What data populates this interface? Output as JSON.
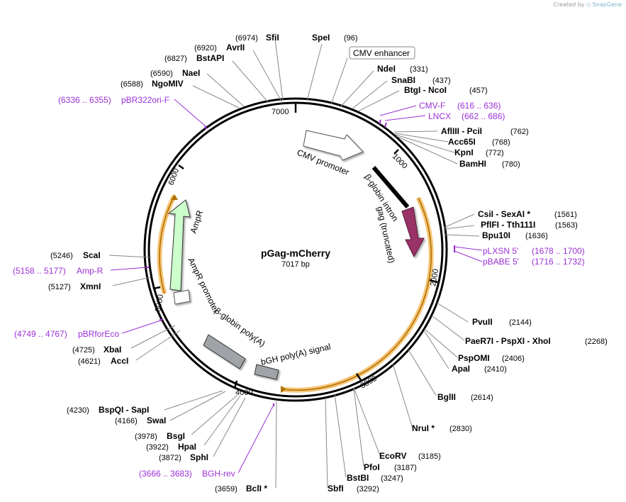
{
  "credit": {
    "prefix": "Created by",
    "brand": "SnapGene"
  },
  "plasmid": {
    "name": "pGag-mCherry",
    "length_label": "7017 bp",
    "length": 7017
  },
  "ticks": [
    "1000",
    "2000",
    "3000",
    "4000",
    "5000",
    "6000",
    "7000"
  ],
  "enzymes": [
    {
      "name": "SfiI",
      "pos": "(6974)"
    },
    {
      "name": "AvrII",
      "pos": "(6920)"
    },
    {
      "name": "BstAPI",
      "pos": "(6827)"
    },
    {
      "name": "NaeI",
      "pos": "(6590)"
    },
    {
      "name": "NgoMIV",
      "pos": "(6588)"
    },
    {
      "name": "SpeI",
      "pos": "(96)"
    },
    {
      "name": "NdeI",
      "pos": "(331)"
    },
    {
      "name": "SnaBI",
      "pos": "(437)"
    },
    {
      "name": "BtgI - NcoI",
      "pos": "(457)"
    },
    {
      "name": "AflIII - PciI",
      "pos": "(762)"
    },
    {
      "name": "Acc65I",
      "pos": "(768)"
    },
    {
      "name": "KpnI",
      "pos": "(772)"
    },
    {
      "name": "BamHI",
      "pos": "(780)"
    },
    {
      "name": "CsiI - SexAI *",
      "pos": "(1561)"
    },
    {
      "name": "PflFI - Tth111I",
      "pos": "(1563)"
    },
    {
      "name": "Bpu10I",
      "pos": "(1636)"
    },
    {
      "name": "PvuII",
      "pos": "(2144)"
    },
    {
      "name": "PaeR7I - PspXI - XhoI",
      "pos": "(2268)"
    },
    {
      "name": "PspOMI",
      "pos": "(2406)"
    },
    {
      "name": "ApaI",
      "pos": "(2410)"
    },
    {
      "name": "BglII",
      "pos": "(2614)"
    },
    {
      "name": "NruI *",
      "pos": "(2830)"
    },
    {
      "name": "EcoRV",
      "pos": "(3185)"
    },
    {
      "name": "PfoI",
      "pos": "(3187)"
    },
    {
      "name": "BstBI",
      "pos": "(3247)"
    },
    {
      "name": "SbfI",
      "pos": "(3292)"
    },
    {
      "name": "BclI *",
      "pos": "(3659)"
    },
    {
      "name": "SphI",
      "pos": "(3872)"
    },
    {
      "name": "HpaI",
      "pos": "(3922)"
    },
    {
      "name": "BsgI",
      "pos": "(3978)"
    },
    {
      "name": "SwaI",
      "pos": "(4166)"
    },
    {
      "name": "BspQI - SapI",
      "pos": "(4230)"
    },
    {
      "name": "AccI",
      "pos": "(4621)"
    },
    {
      "name": "XbaI",
      "pos": "(4725)"
    },
    {
      "name": "XmnI",
      "pos": "(5127)"
    },
    {
      "name": "ScaI",
      "pos": "(5246)"
    }
  ],
  "primers": [
    {
      "name": "pBR322ori-F",
      "range": "(6336 .. 6355)"
    },
    {
      "name": "CMV-F",
      "range": "(616 .. 636)"
    },
    {
      "name": "LNCX",
      "range": "(662 .. 686)"
    },
    {
      "name": "pLXSN 5'",
      "range": "(1678 .. 1700)"
    },
    {
      "name": "pBABE 5'",
      "range": "(1716 .. 1732)"
    },
    {
      "name": "Amp-R",
      "range": "(5158 .. 5177)"
    },
    {
      "name": "pBRforEco",
      "range": "(4749 .. 4767)"
    },
    {
      "name": "BGH-rev",
      "range": "(3666 .. 3683)"
    }
  ],
  "features": [
    {
      "name": "CMV enhancer",
      "color": "#ffffff"
    },
    {
      "name": "CMV promoter",
      "color": "#ffffff"
    },
    {
      "name": "β-globin intron",
      "color": "#000000"
    },
    {
      "name": "gag (truncated)",
      "color": "#993366"
    },
    {
      "name": "AmpR",
      "color": "#ccffcc"
    },
    {
      "name": "AmpR promoter",
      "color": "#ffffff"
    },
    {
      "name": "β-globin poly(A)",
      "color": "#999999"
    },
    {
      "name": "bGH poly(A) signal",
      "color": "#999999"
    }
  ],
  "colors": {
    "primer": "#9b30d6",
    "orf_highlight": "#f0a020",
    "backbone": "#000000"
  }
}
